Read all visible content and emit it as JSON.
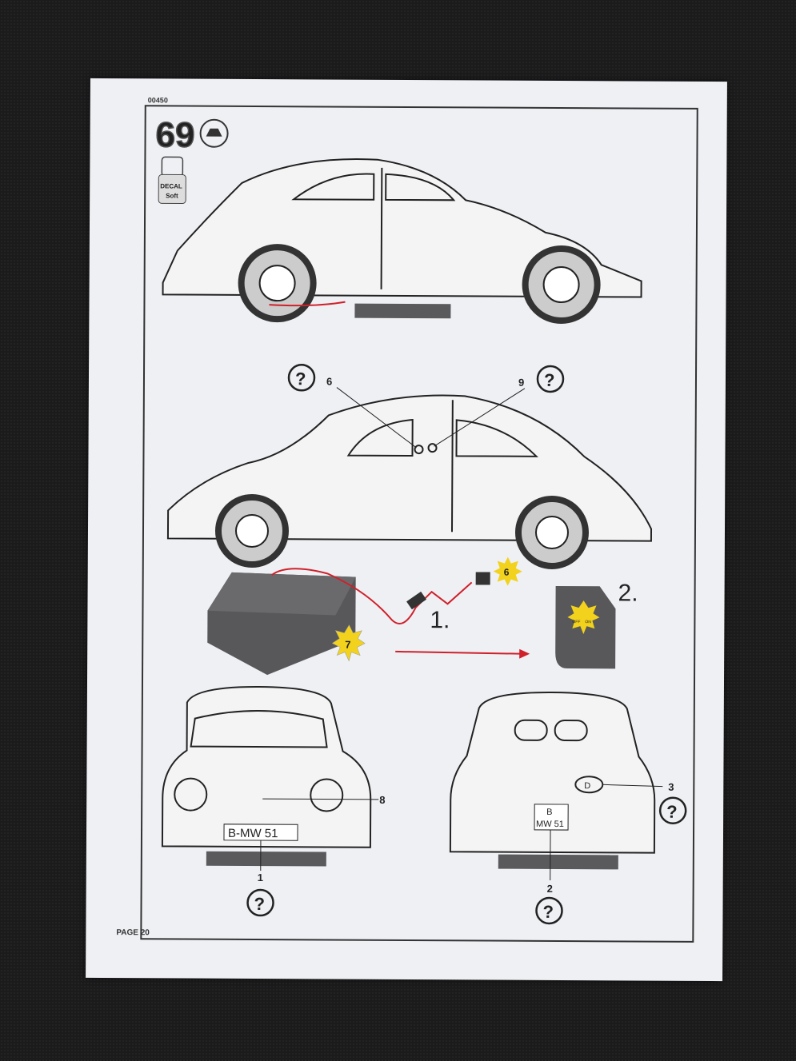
{
  "header": {
    "kit_code": "00450",
    "step_number": "69",
    "decal_label": "DECAL",
    "decal_sub": "Soft"
  },
  "callouts": {
    "top_left_part": "6",
    "top_right_part": "9",
    "step1": "1.",
    "step2": "2.",
    "battery_badge": "7",
    "plug_badge": "6",
    "switch_off": "OFF",
    "switch_on": "ON",
    "front_part": "8",
    "front_plate_part": "1",
    "rear_plate_part": "2",
    "rear_badge_part": "3",
    "oval_badge": "D",
    "question": "?"
  },
  "plates": {
    "front": "B-MW 51",
    "rear_top": "B",
    "rear_bottom": "MW 51"
  },
  "footer": {
    "page": "PAGE 20"
  },
  "colors": {
    "paper": "#eef0f4",
    "wire": "#d0202a",
    "badge": "#f2d21c",
    "grey": "#5a5a5c"
  }
}
